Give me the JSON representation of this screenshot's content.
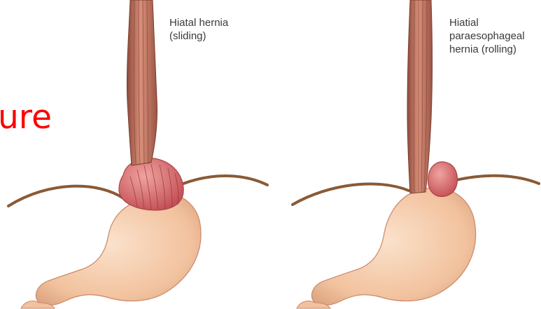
{
  "slide": {
    "partial_title_text": "ure",
    "partial_title_color": "#ff0000"
  },
  "left_diagram": {
    "label_line1": "Hiatal hernia",
    "label_line2": "(sliding)"
  },
  "right_diagram": {
    "label_line1": "Hiatial",
    "label_line2": "paraesophageal",
    "label_line3": "hernia (rolling)"
  },
  "colors": {
    "esophagus": "#b86a55",
    "stomach": "#f4c6a4",
    "hernia": "#d8696b",
    "diaphragm": "#8a5a35",
    "label_text": "#3a3a3a"
  }
}
